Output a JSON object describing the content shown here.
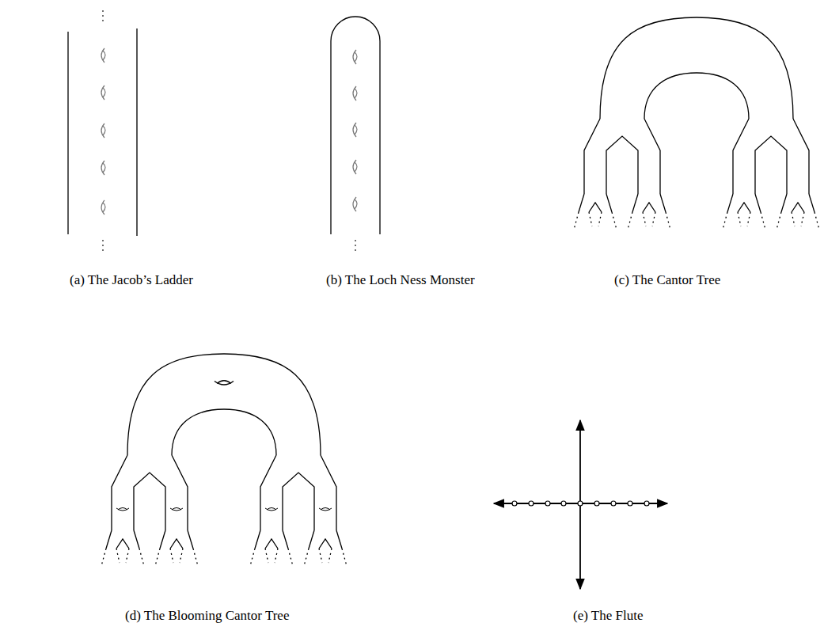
{
  "diagram": {
    "labels": [
      "(a) The Jacob’s Ladder",
      "(b) The Loch Ness Monster",
      "(c) The Cantor Tree",
      "(d) The Blooming Cantor Tree",
      "(e) The Flute"
    ]
  }
}
